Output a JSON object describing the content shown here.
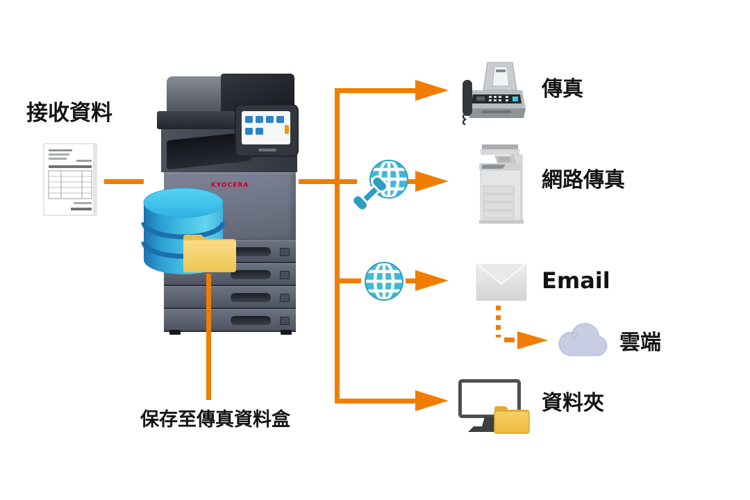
{
  "diagram": {
    "background": "#FFFFFF",
    "accent_orange": "#F07D00",
    "source": {
      "label": "接收資料",
      "icon": "document"
    },
    "device": {
      "brand": "KYOCERA",
      "storage": {
        "icon": "database",
        "color": "#3BB9E3"
      },
      "fax_box": {
        "icon": "folder",
        "color": "#F5D36A"
      },
      "save_label": "保存至傳真資料盒"
    },
    "destinations": [
      {
        "label": "傳真",
        "icon": "fax-machine"
      },
      {
        "label": "網路傳真",
        "icon": "network-fax-printer",
        "via": "phone-globe"
      },
      {
        "label": "Email",
        "icon": "envelope",
        "via": "globe"
      },
      {
        "label": "雲端",
        "icon": "cloud",
        "branch_of": "Email"
      },
      {
        "label": "資料夾",
        "icon": "monitor-folder"
      }
    ]
  }
}
